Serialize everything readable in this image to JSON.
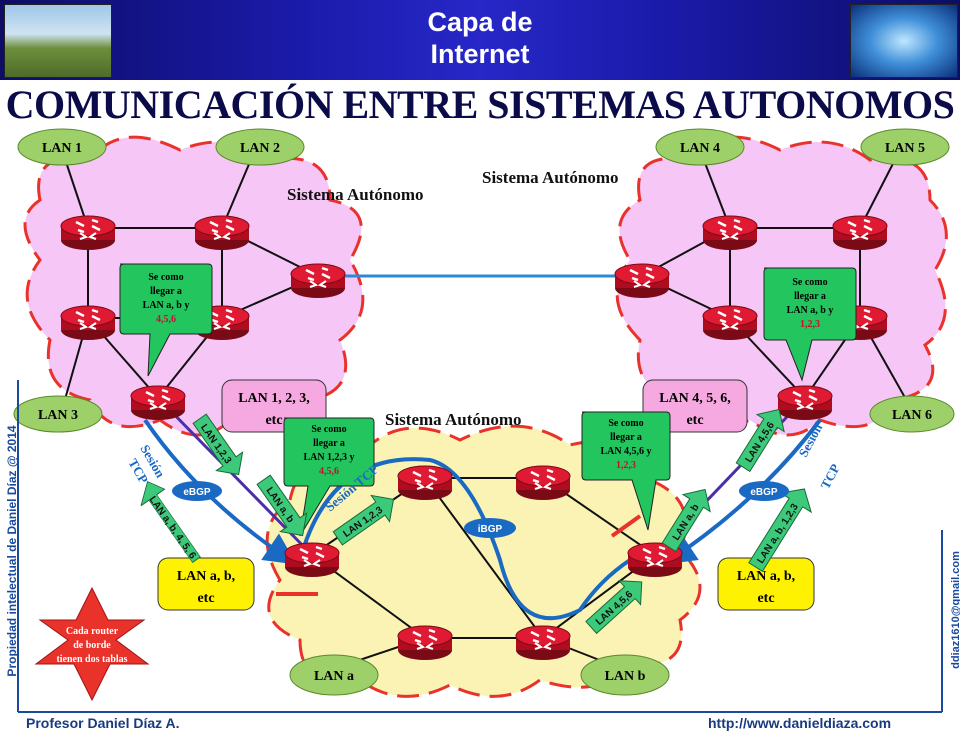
{
  "header": {
    "title_line1": "Capa de",
    "title_line2": "Internet"
  },
  "main_title": "COMUNICACIÓN ENTRE SISTEMAS AUTONOMOS",
  "as_label": "Sistema Autónomo",
  "lans": {
    "lan1": "LAN 1",
    "lan2": "LAN 2",
    "lan3": "LAN 3",
    "lan4": "LAN 4",
    "lan5": "LAN 5",
    "lan6": "LAN 6",
    "lana": "LAN a",
    "lanb": "LAN b"
  },
  "tables": {
    "left_line1": "LAN 1, 2, 3,",
    "left_line2": "etc",
    "right_line1": "LAN 4, 5, 6,",
    "right_line2": "etc",
    "bl_line1": "LAN a, b,",
    "bl_line2": "etc",
    "br_line1": "LAN a, b,",
    "br_line2": "etc"
  },
  "callouts": {
    "left": {
      "l1": "Se como",
      "l2": "llegar a",
      "l3": "LAN a, b y",
      "l4": "4,5,6"
    },
    "right": {
      "l1": "Se como",
      "l2": "llegar a",
      "l3": "LAN a, b y",
      "l4": "1,2,3"
    },
    "mid_left": {
      "l1": "Se como",
      "l2": "llegar a",
      "l3": "LAN 1,2,3 y",
      "l4": "4,5,6"
    },
    "mid_right": {
      "l1": "Se como",
      "l2": "llegar a",
      "l3": "LAN 4,5,6 y",
      "l4": "1,2,3"
    }
  },
  "arrows": {
    "a1": "LAN 1,2,3",
    "a2": "LAN a, b, 4, 5, 6",
    "a3": "LAN a, b",
    "a4": "LAN 1,2,3",
    "a5": "LAN 4,5,6",
    "a6": "LAN a, b",
    "a7": "LAN a, b, 1,2,3",
    "a8": "LAN 4,5,6"
  },
  "sessions": {
    "ebgp": "eBGP",
    "ibgp": "iBGP",
    "sesion": "Sesión",
    "tcp": "TCP",
    "sesion_tcp": "Sesión TCP"
  },
  "star": {
    "l1": "Cada router",
    "l2": "de borde",
    "l3": "tienen dos tablas"
  },
  "side_left": "Propiedad intelectual de Daniel Díaz @ 2014",
  "side_right": "ddiaz1610@gmail.com",
  "footer_left": "Profesor Daniel Díaz A.",
  "footer_right": "http://www.danieldiaza.com",
  "colors": {
    "header_blue": "#1a1aa8",
    "cloud_pink": "#f4c6f4",
    "cloud_yellow": "#fbf3b8",
    "router_red": "#c8102e",
    "lan_green": "#9ed06a",
    "arrow_green": "#3cc97a",
    "link_blue": "#2b8ad6"
  }
}
